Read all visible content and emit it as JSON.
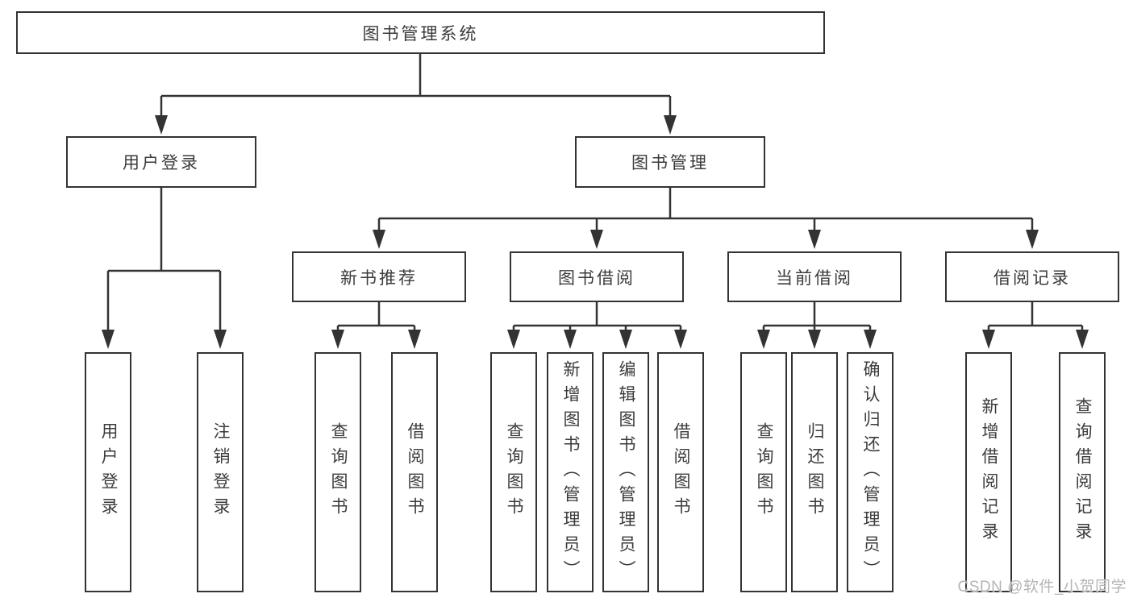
{
  "tree": {
    "label": "图书管理系统",
    "children": [
      {
        "label": "用户登录",
        "children": [
          {
            "label": "用户登录"
          },
          {
            "label": "注销登录"
          }
        ]
      },
      {
        "label": "图书管理",
        "children": [
          {
            "label": "新书推荐",
            "children": [
              {
                "label": "查询图书"
              },
              {
                "label": "借阅图书"
              }
            ]
          },
          {
            "label": "图书借阅",
            "children": [
              {
                "label": "查询图书"
              },
              {
                "label": "新增图书（管理员）"
              },
              {
                "label": "编辑图书（管理员）"
              },
              {
                "label": "借阅图书"
              }
            ]
          },
          {
            "label": "当前借阅",
            "children": [
              {
                "label": "查询图书"
              },
              {
                "label": "归还图书"
              },
              {
                "label": "确认归还（管理员）"
              }
            ]
          },
          {
            "label": "借阅记录",
            "children": [
              {
                "label": "新增借阅记录"
              },
              {
                "label": "查询借阅记录"
              }
            ]
          }
        ]
      }
    ]
  },
  "watermark": "CSDN @软件_小贺同学",
  "colors": {
    "line": "#333333",
    "text": "#3b3b3b",
    "watermark": "#b5b5b5",
    "background": "#ffffff"
  }
}
